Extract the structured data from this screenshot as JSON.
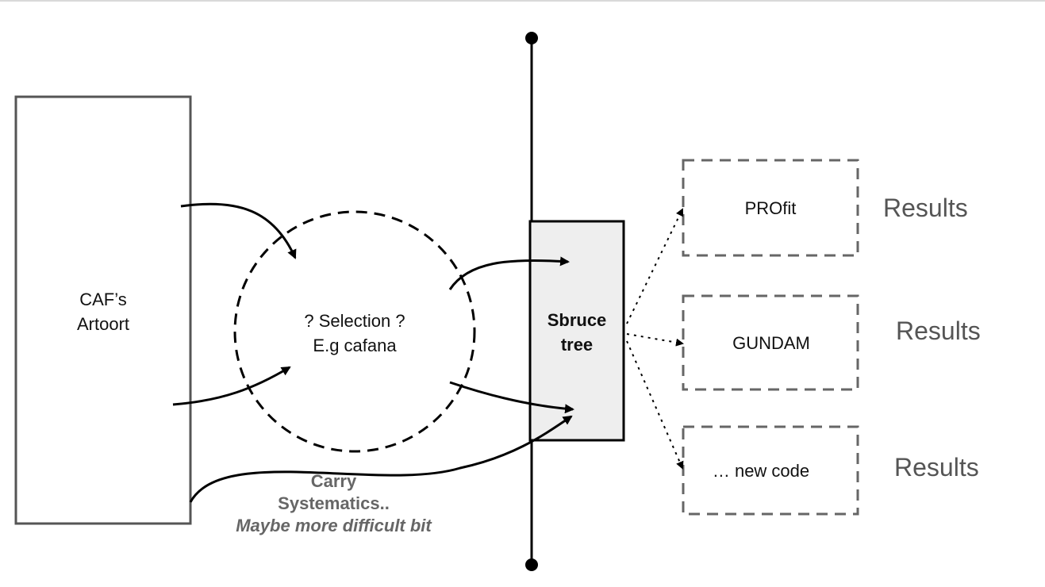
{
  "source_box": {
    "line1": "CAF’s",
    "line2": "Artoort"
  },
  "selection": {
    "line1": "? Selection ?",
    "line2": "E.g cafana"
  },
  "tree_box": {
    "line1": "Sbruce",
    "line2": "tree",
    "fill": "#eeeeee"
  },
  "outputs": [
    {
      "label": "PROfit",
      "results": "Results"
    },
    {
      "label": "GUNDAM",
      "results": "Results"
    },
    {
      "label": "… new code",
      "results": "Results"
    }
  ],
  "systematics_note": {
    "line1": "Carry",
    "line2": "Systematics..",
    "line3": "Maybe more difficult bit"
  },
  "colors": {
    "stroke": "#000000",
    "dashed_stroke": "#666666",
    "muted_text": "#666666",
    "results_text": "#555555"
  }
}
